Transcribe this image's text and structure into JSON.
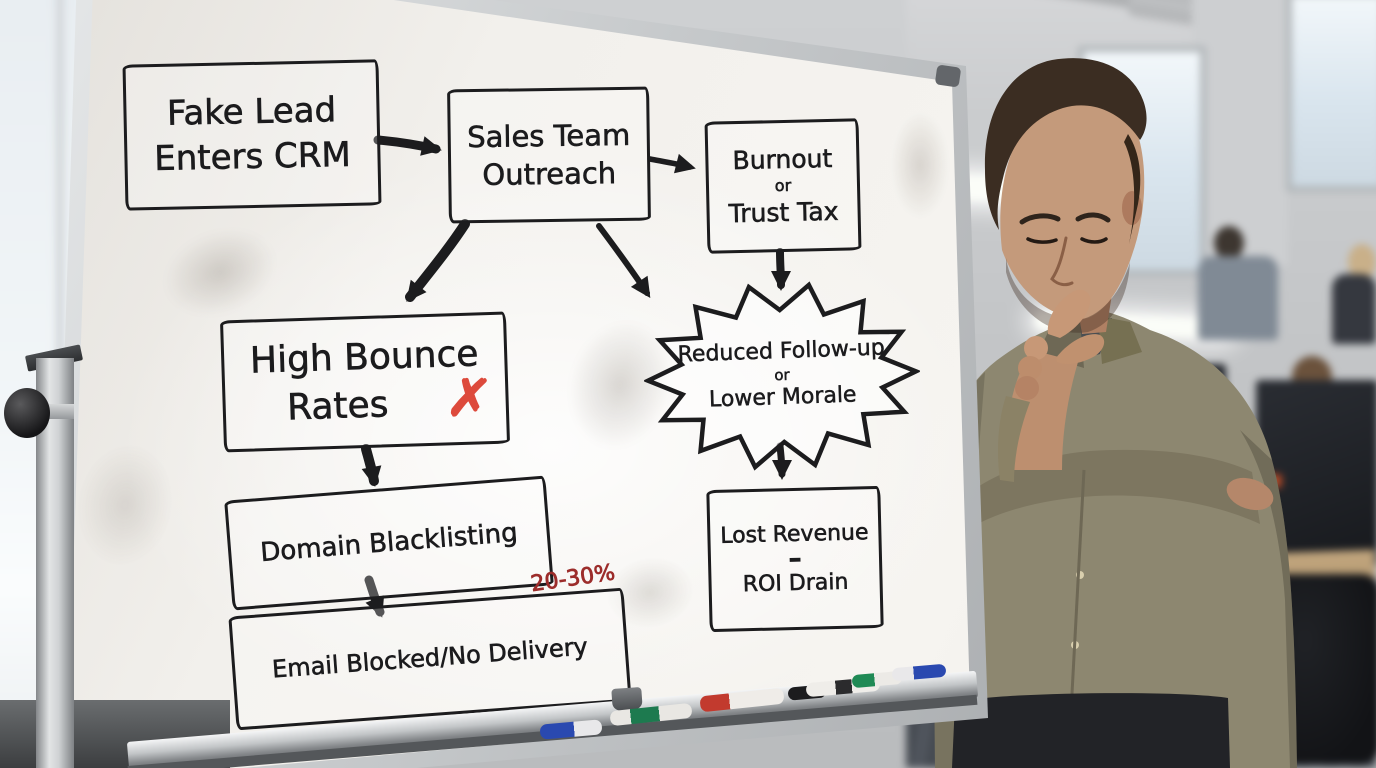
{
  "flowchart": {
    "nodes": {
      "fake_lead": {
        "line1": "Fake Lead",
        "line2": "Enters CRM"
      },
      "sales_outreach": {
        "line1": "Sales Team",
        "line2": "Outreach"
      },
      "burnout": {
        "line1": "Burnout",
        "line2": "or",
        "line3": "Trust Tax"
      },
      "high_bounce": {
        "line1": "High Bounce",
        "line2": "Rates",
        "mark": "✗"
      },
      "reduced_followup": {
        "line1": "Reduced Follow-up",
        "line2": "or",
        "line3": "Lower Morale"
      },
      "domain_blacklisting": {
        "line1": "Domain Blacklisting"
      },
      "email_blocked": {
        "line1": "Email Blocked/No Delivery",
        "annotation": "20-30%"
      },
      "lost_revenue": {
        "line1": "Lost Revenue",
        "line2": "–",
        "line3": "ROI Drain"
      }
    },
    "edges": [
      {
        "from": "fake_lead",
        "to": "sales_outreach"
      },
      {
        "from": "sales_outreach",
        "to": "burnout"
      },
      {
        "from": "sales_outreach",
        "to": "high_bounce"
      },
      {
        "from": "sales_outreach",
        "to": "reduced_followup"
      },
      {
        "from": "burnout",
        "to": "reduced_followup"
      },
      {
        "from": "high_bounce",
        "to": "domain_blacklisting"
      },
      {
        "from": "domain_blacklisting",
        "to": "email_blocked"
      },
      {
        "from": "reduced_followup",
        "to": "lost_revenue"
      }
    ],
    "palette": {
      "marker_ink": "#1c1c1e",
      "red_x": "#dd4a3c",
      "annotation_red": "#9c2d2b",
      "whiteboard": "#f4f2ee",
      "frame_aluminum": "#c9cccf",
      "shirt_olive": "#8d8770",
      "wall_gray": "#c4c6c8"
    }
  }
}
